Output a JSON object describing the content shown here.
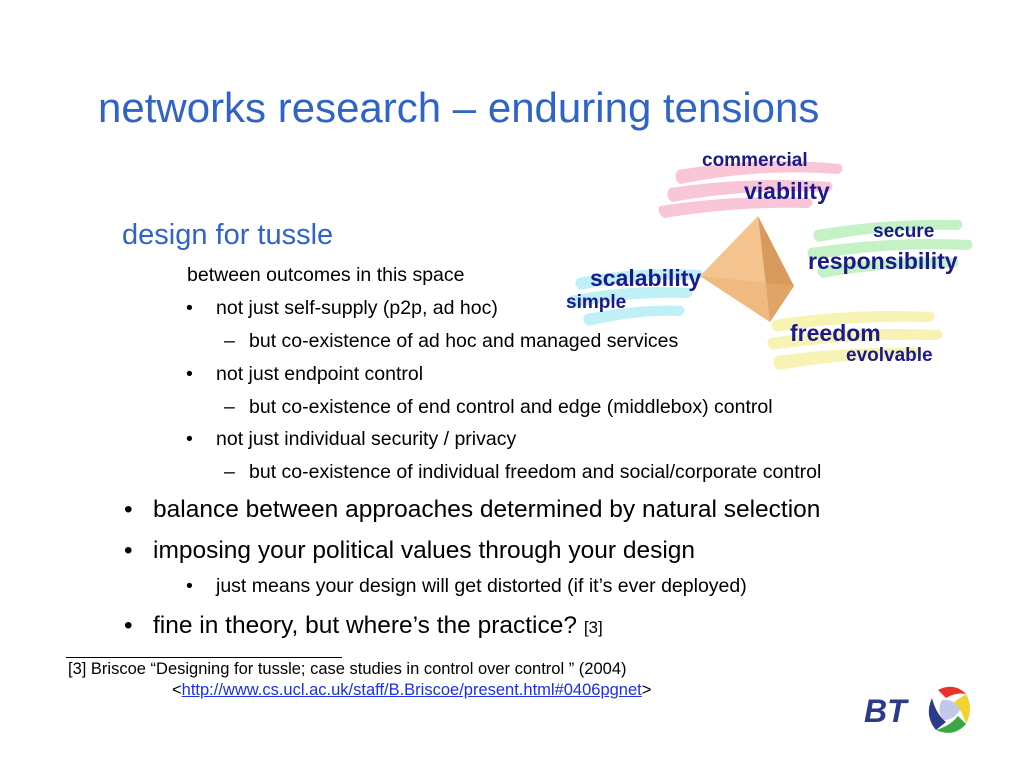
{
  "slide": {
    "title": "networks research – enduring tensions",
    "section_heading": "design for tussle",
    "intro": "between outcomes in this space",
    "bullet_char": "•",
    "dash_char": "–",
    "items": [
      {
        "text": "not just self-supply (p2p, ad hoc)",
        "sub": "but co-existence of ad hoc and managed services"
      },
      {
        "text": "not just endpoint control",
        "sub": "but co-existence of end control and edge (middlebox) control"
      },
      {
        "text": "not just individual security / privacy",
        "sub": "but co-existence of individual freedom and social/corporate control"
      }
    ],
    "main_bullets": [
      {
        "text": "balance between approaches determined by natural selection"
      },
      {
        "text": "imposing your political values through your design"
      },
      {
        "sub": "just means your design will get distorted (if it’s ever deployed)"
      },
      {
        "text": "fine in theory, but where’s the practice?",
        "ref": "[3]"
      }
    ],
    "footnote": {
      "text": "[3] Briscoe “Designing for tussle; case studies in control over control ” (2004)",
      "link_open": "<",
      "link_text": "http://www.cs.ucl.ac.uk/staff/B.Briscoe/present.html#0406pgnet",
      "link_close": ">"
    }
  },
  "diagram": {
    "labels": {
      "commercial": "commercial",
      "viability": "viability",
      "secure": "secure",
      "responsibility": "responsibility",
      "scalability": "scalability",
      "simple": "simple",
      "freedom": "freedom",
      "evolvable": "evolvable"
    },
    "colors": {
      "pink": "#f8c6d6",
      "green": "#c5f2c5",
      "cyan": "#bff0f5",
      "yellow": "#f7f3b5",
      "pyramid_light": "#f5c48e",
      "pyramid_dark": "#d99a5e",
      "label": "#1a1a8c"
    }
  },
  "logo": {
    "text": "BT",
    "colors": {
      "text": "#2c3a8c",
      "red": "#e8312a",
      "yellow": "#f2d22e",
      "green": "#3aa645",
      "blue": "#2c3a8c"
    }
  }
}
